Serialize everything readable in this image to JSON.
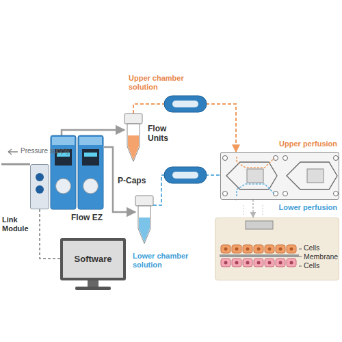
{
  "diagram": {
    "nodes": [
      {
        "text": [
          "Link Module"
        ]
      },
      {
        "text": [
          "Flow EZ"
        ]
      },
      {
        "text": [
          "Software"
        ]
      },
      {
        "text": [
          "Upper chamber solution"
        ]
      },
      {
        "text": [
          "Lower chamber solution"
        ]
      },
      {
        "text": [
          "Upper perfusion",
          "Lower perfusion"
        ]
      },
      {
        "text": [
          "Cells",
          "Membrane",
          "Cells"
        ]
      }
    ],
    "edges": [
      {
        "from": 0,
        "to": 2,
        "arrow": "none"
      },
      {
        "from": 1,
        "to": 3,
        "arrow": "to"
      },
      {
        "from": 1,
        "to": 4,
        "arrow": "to"
      },
      {
        "from": 3,
        "to": 5,
        "arrow": "to"
      },
      {
        "from": 4,
        "to": 5,
        "arrow": "to"
      },
      {
        "from": 5,
        "to": 6,
        "arrow": "to"
      }
    ],
    "labels": [
      "Pressure supply",
      "Flow Units",
      "P-Caps"
    ]
  }
}
